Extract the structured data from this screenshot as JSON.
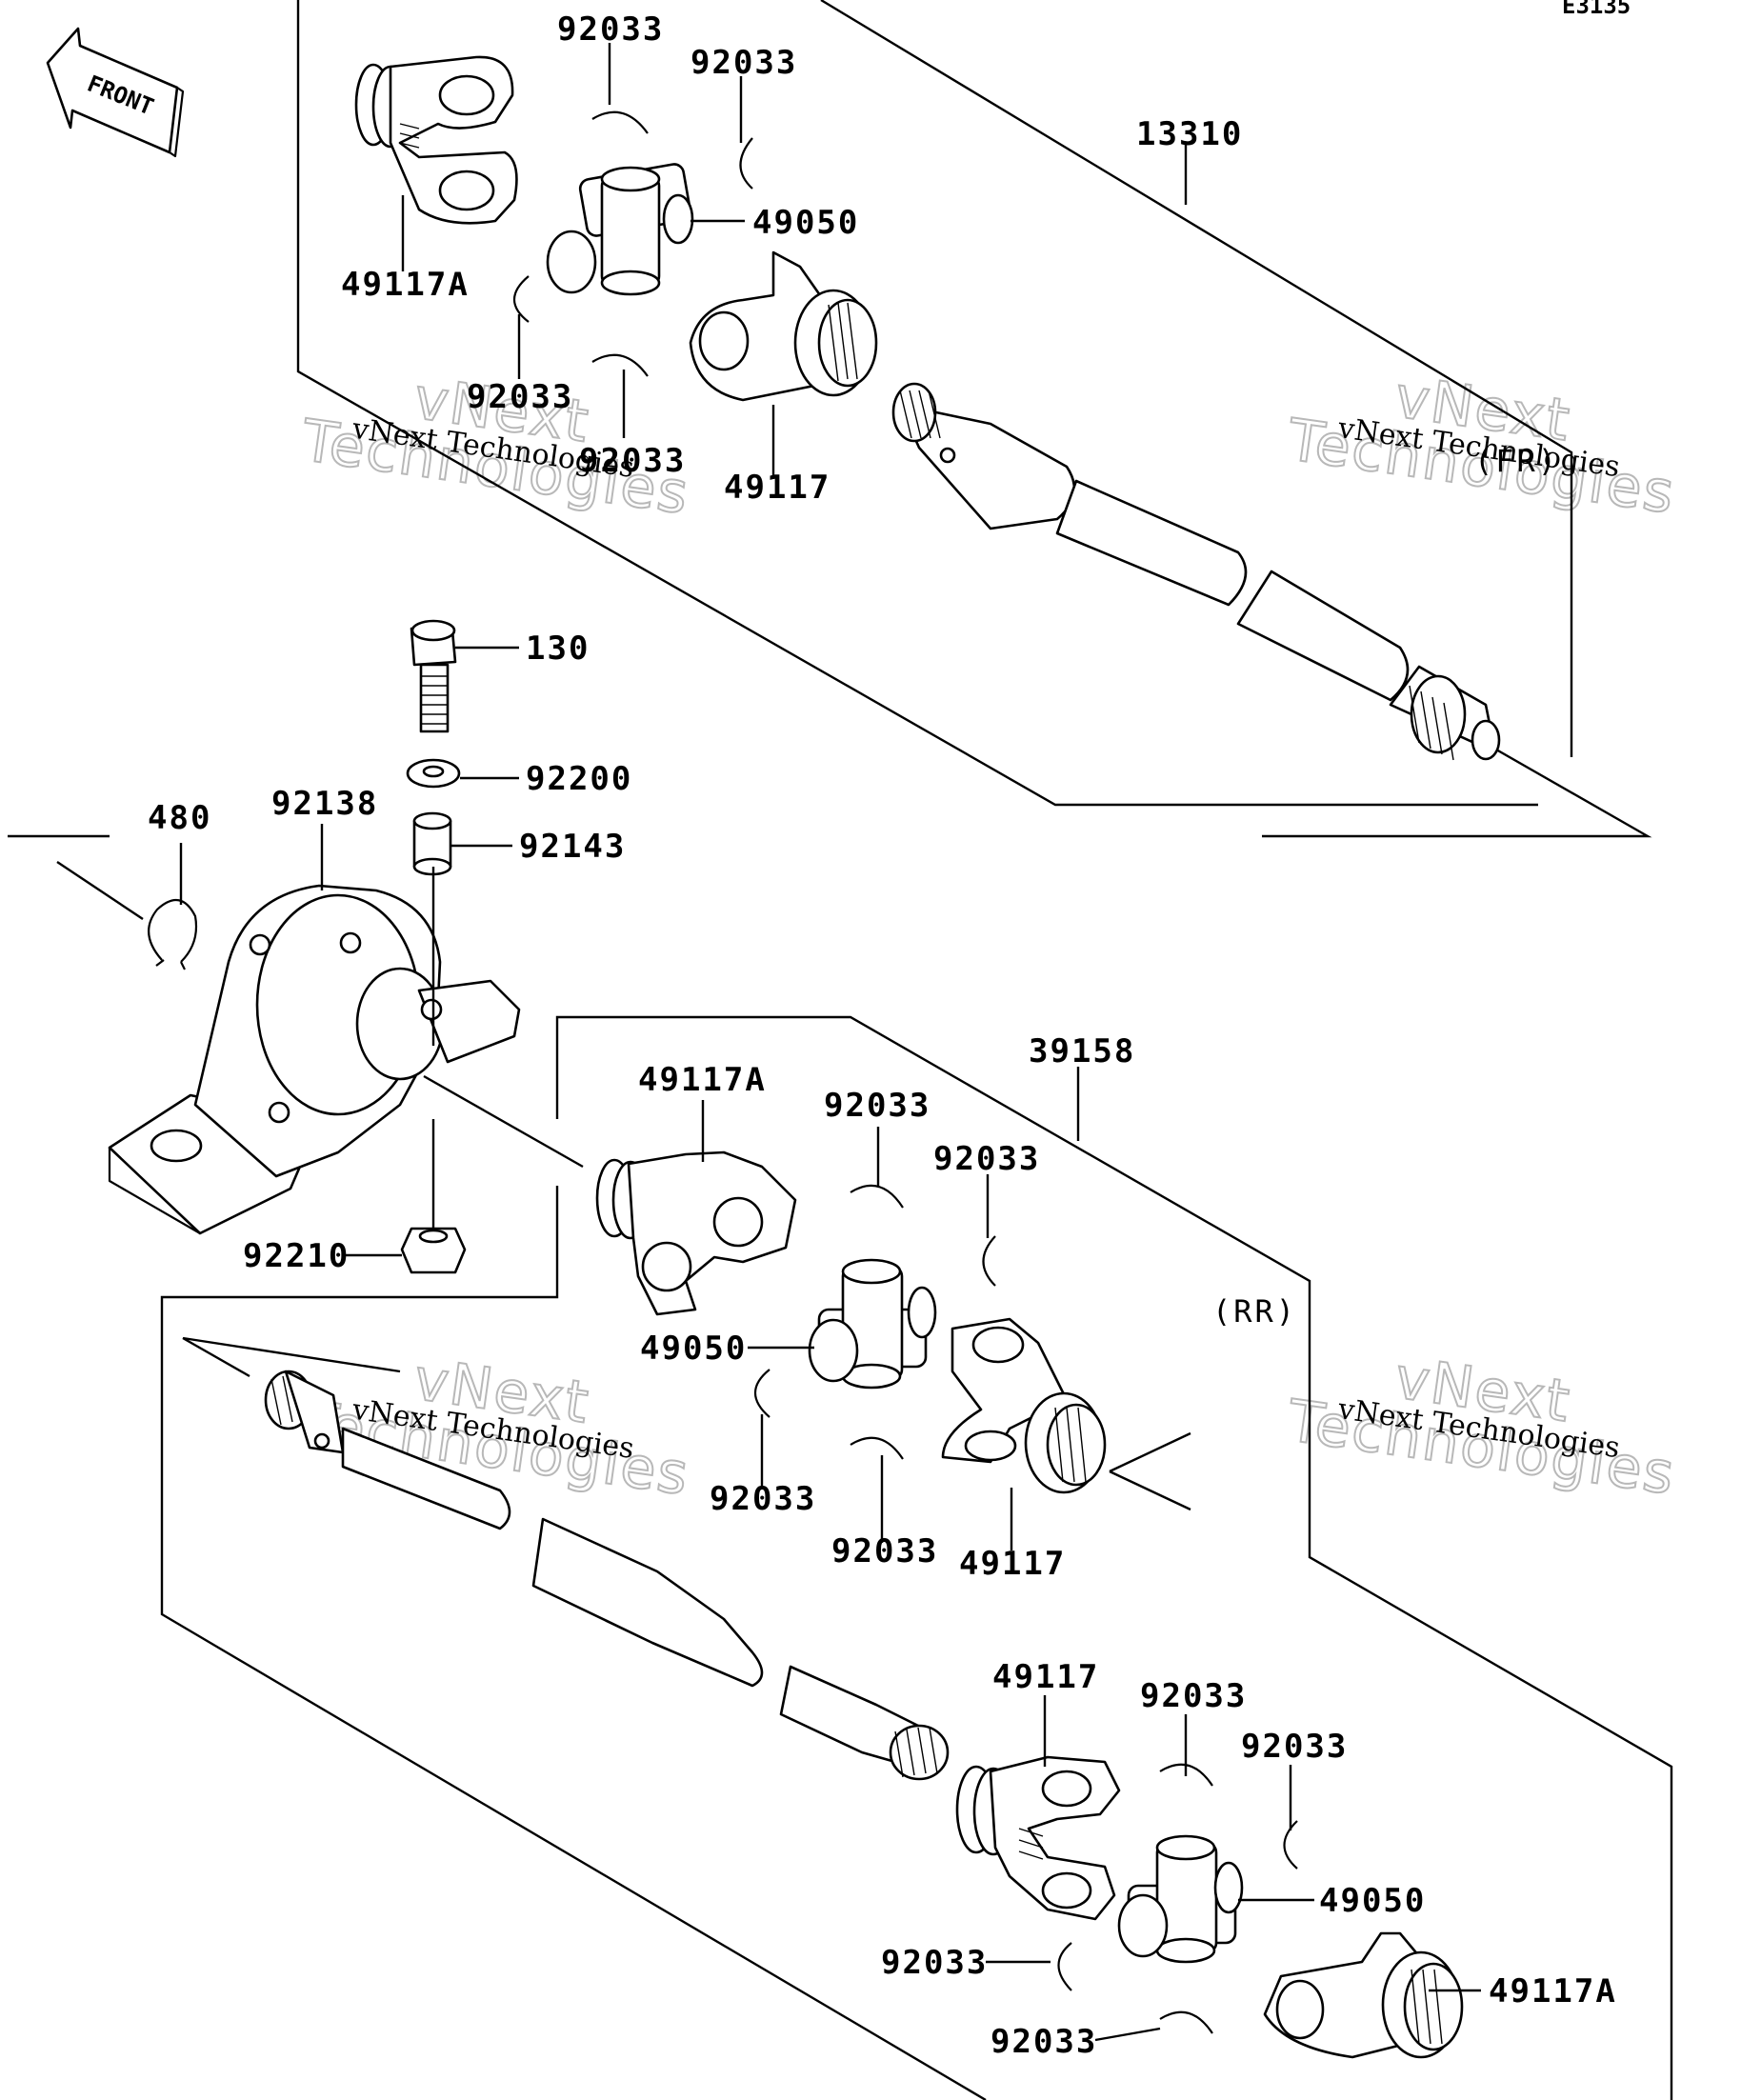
{
  "diagram_code": "E3135",
  "front_label": "FRONT",
  "section_labels": {
    "front": "(FR)",
    "rear": "(RR)"
  },
  "watermark": {
    "line1": "vNext Technologies",
    "line2_top": "vNext",
    "line2_bottom": "Technologies"
  },
  "part_numbers": {
    "fr_clip_top_a": "92033",
    "fr_clip_top_b": "92033",
    "fr_shaft": "13310",
    "fr_cross": "49050",
    "fr_yoke_a": "49117A",
    "fr_clip_bot_a": "92033",
    "fr_clip_bot_b": "92033",
    "fr_yoke": "49117",
    "bolt": "130",
    "washer": "92200",
    "collar": "92143",
    "circlip": "480",
    "bearing": "92138",
    "nut": "92210",
    "rr_shaft": "39158",
    "rr_yoke_a1": "49117A",
    "rr_clip_1": "92033",
    "rr_clip_2": "92033",
    "rr_cross_1": "49050",
    "rr_clip_3": "92033",
    "rr_clip_4": "92033",
    "rr_yoke_1": "49117",
    "rr_yoke_2": "49117",
    "rr_clip_5": "92033",
    "rr_clip_6": "92033",
    "rr_cross_2": "49050",
    "rr_clip_7": "92033",
    "rr_yoke_a2": "49117A",
    "rr_clip_8": "92033"
  }
}
